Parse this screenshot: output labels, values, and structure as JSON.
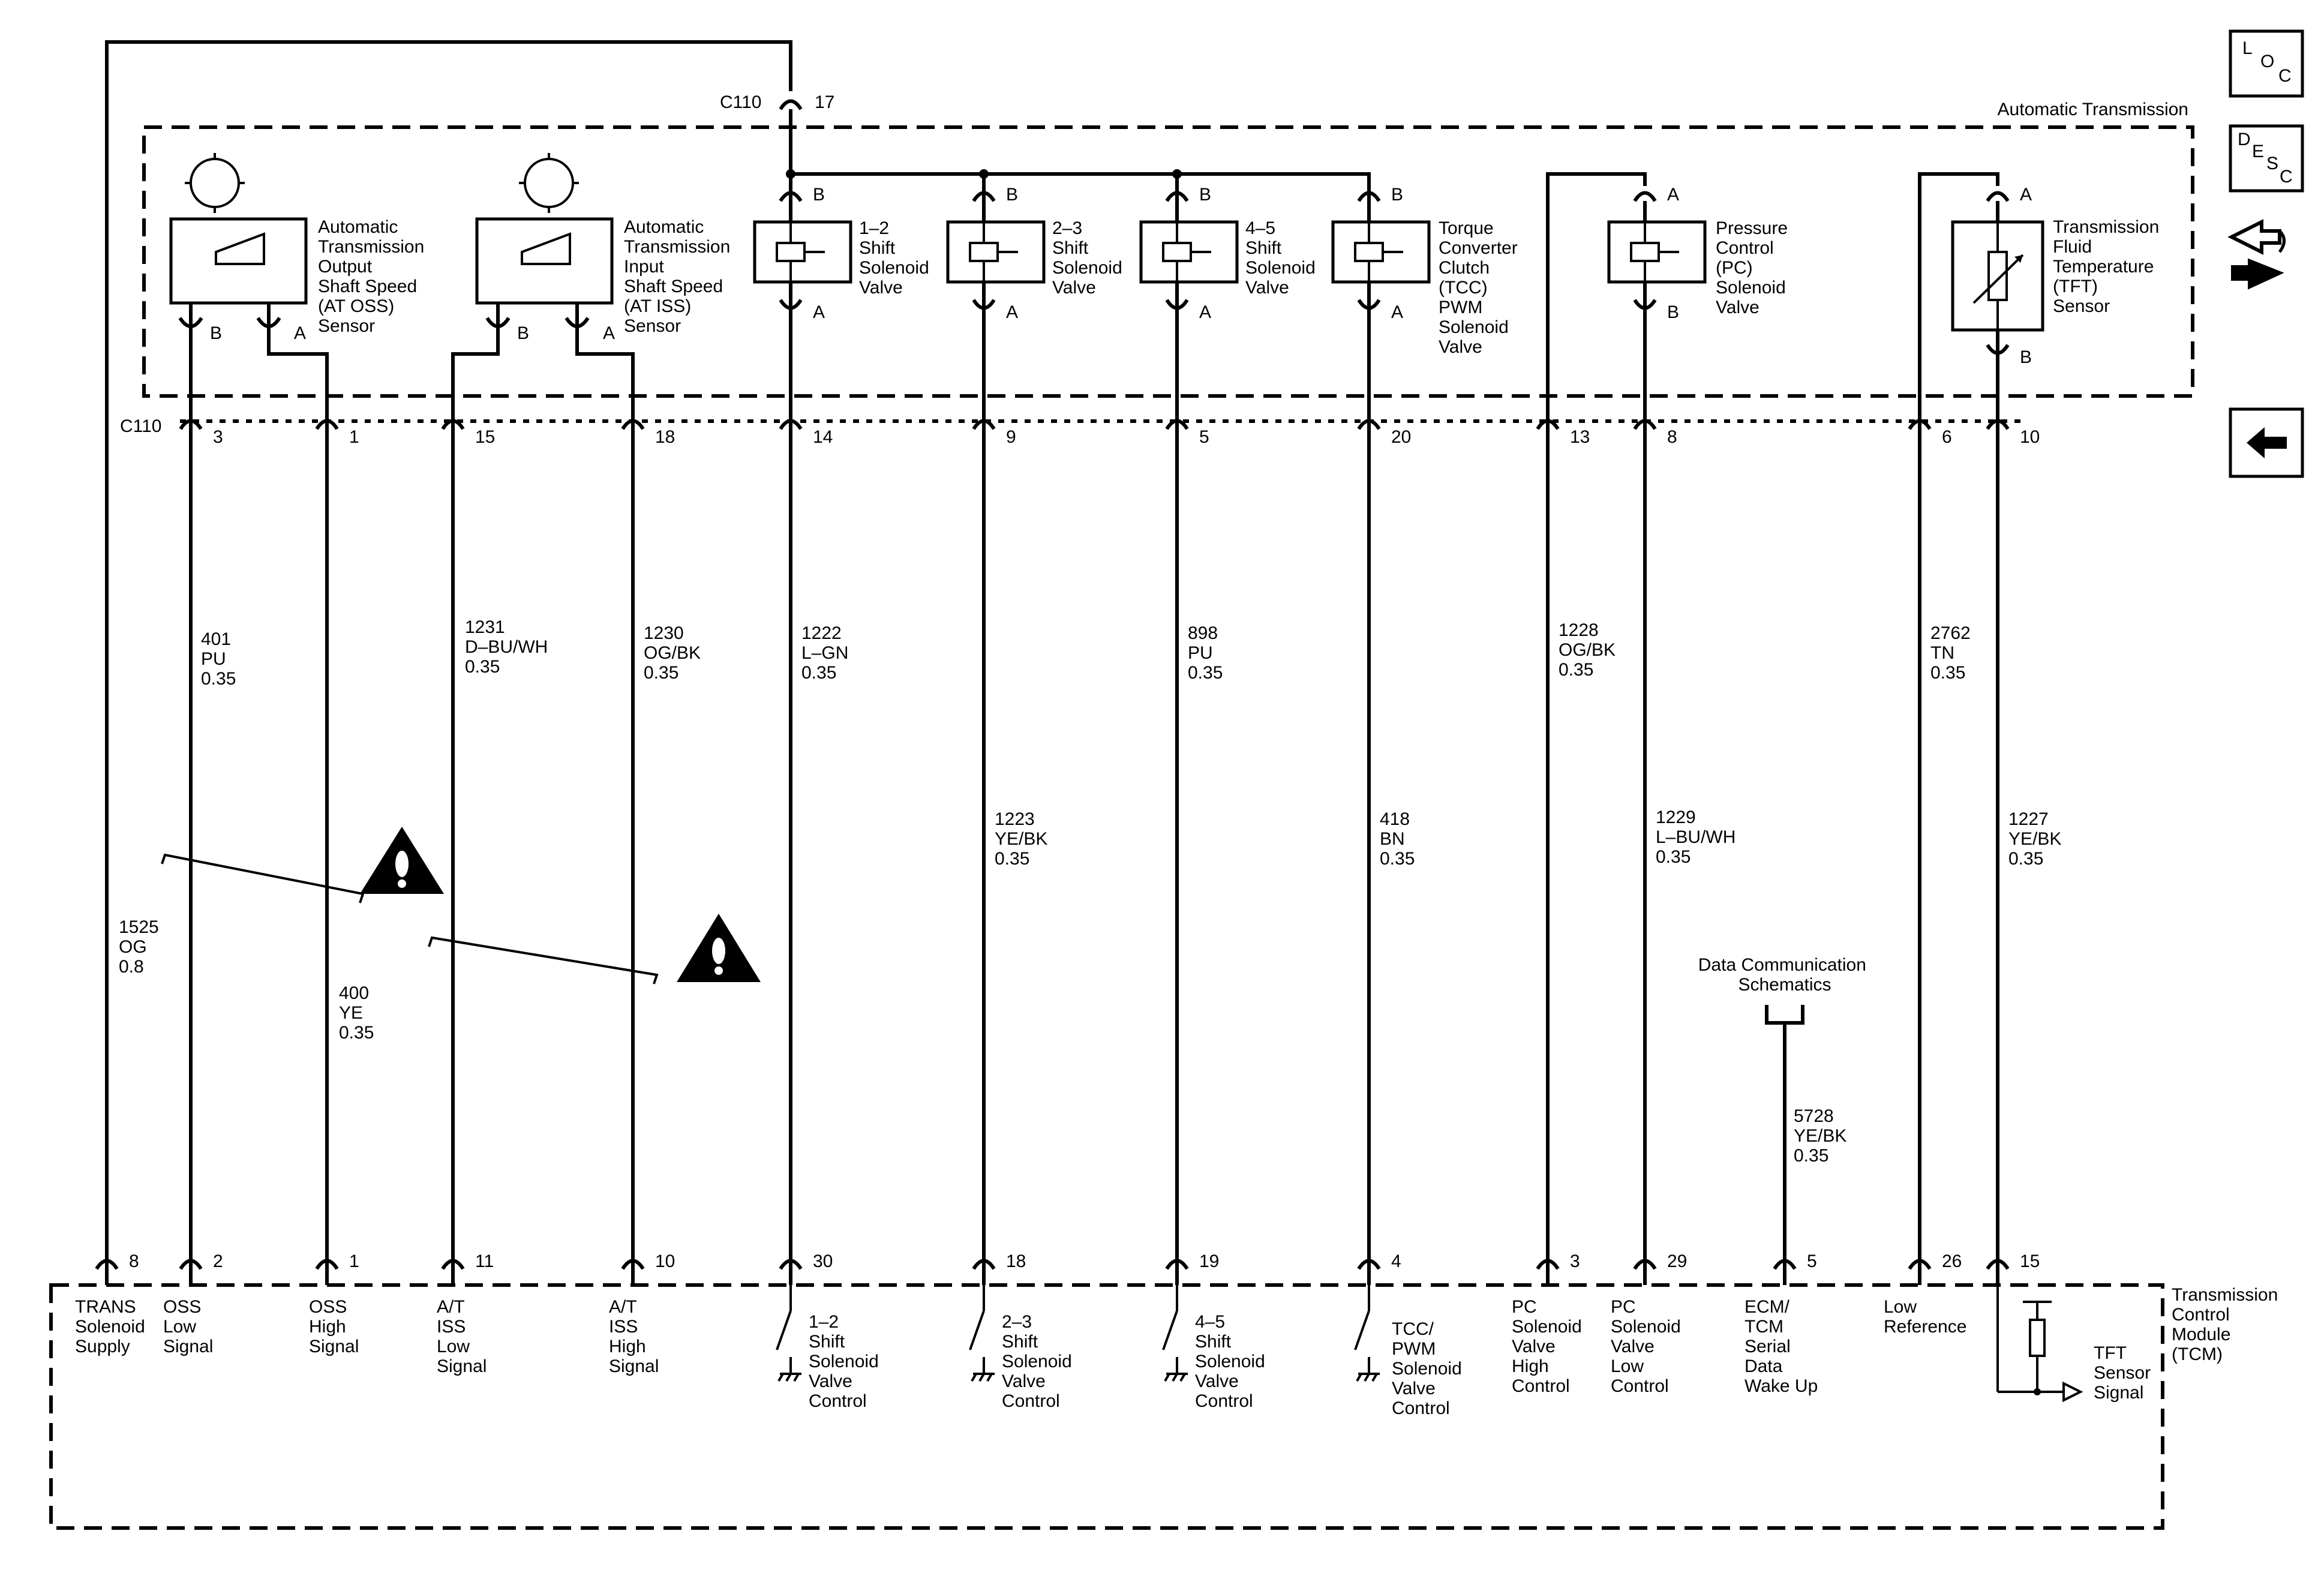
{
  "modules": {
    "automatic_transmission": "Automatic Transmission",
    "tcm": [
      "Transmission",
      "Control",
      "Module",
      "(TCM)"
    ]
  },
  "connector": {
    "name": "C110",
    "top_pin": "17"
  },
  "components": {
    "oss_sensor": [
      "Automatic",
      "Transmission",
      "Output",
      "Shaft Speed",
      "(AT OSS)",
      "Sensor"
    ],
    "iss_sensor": [
      "Automatic",
      "Transmission",
      "Input",
      "Shaft Speed",
      "(AT ISS)",
      "Sensor"
    ],
    "shift_12": [
      "1–2",
      "Shift",
      "Solenoid",
      "Valve"
    ],
    "shift_23": [
      "2–3",
      "Shift",
      "Solenoid",
      "Valve"
    ],
    "shift_45": [
      "4–5",
      "Shift",
      "Solenoid",
      "Valve"
    ],
    "tcc": [
      "Torque",
      "Converter",
      "Clutch",
      "(TCC)",
      "PWM",
      "Solenoid",
      "Valve"
    ],
    "pc": [
      "Pressure",
      "Control",
      "(PC)",
      "Solenoid",
      "Valve"
    ],
    "tft": [
      "Transmission",
      "Fluid",
      "Temperature",
      "(TFT)",
      "Sensor"
    ]
  },
  "terminals": {
    "a": "A",
    "b": "B"
  },
  "c110_pins": [
    "3",
    "1",
    "15",
    "18",
    "14",
    "9",
    "5",
    "20",
    "13",
    "8",
    "6",
    "10"
  ],
  "tcm_pins": [
    "8",
    "2",
    "1",
    "11",
    "10",
    "30",
    "18",
    "19",
    "4",
    "3",
    "29",
    "5",
    "26",
    "15"
  ],
  "wires": {
    "w1525": [
      "1525",
      "OG",
      "0.8"
    ],
    "w401": [
      "401",
      "PU",
      "0.35"
    ],
    "w400": [
      "400",
      "YE",
      "0.35"
    ],
    "w1231": [
      "1231",
      "D–BU/WH",
      "0.35"
    ],
    "w1230": [
      "1230",
      "OG/BK",
      "0.35"
    ],
    "w1222": [
      "1222",
      "L–GN",
      "0.35"
    ],
    "w1223": [
      "1223",
      "YE/BK",
      "0.35"
    ],
    "w898": [
      "898",
      "PU",
      "0.35"
    ],
    "w418": [
      "418",
      "BN",
      "0.35"
    ],
    "w1228": [
      "1228",
      "OG/BK",
      "0.35"
    ],
    "w1229": [
      "1229",
      "L–BU/WH",
      "0.35"
    ],
    "w2762": [
      "2762",
      "TN",
      "0.35"
    ],
    "w1227": [
      "1227",
      "YE/BK",
      "0.35"
    ],
    "w5728": [
      "5728",
      "YE/BK",
      "0.35"
    ]
  },
  "data_comm": [
    "Data Communication",
    "Schematics"
  ],
  "tcm_labels": {
    "trans_supply": [
      "TRANS",
      "Solenoid",
      "Supply"
    ],
    "oss_low": [
      "OSS",
      "Low",
      "Signal"
    ],
    "oss_high": [
      "OSS",
      "High",
      "Signal"
    ],
    "iss_low": [
      "A/T",
      "ISS",
      "Low",
      "Signal"
    ],
    "iss_high": [
      "A/T",
      "ISS",
      "High",
      "Signal"
    ],
    "ctl_12": [
      "1–2",
      "Shift",
      "Solenoid",
      "Valve",
      "Control"
    ],
    "ctl_23": [
      "2–3",
      "Shift",
      "Solenoid",
      "Valve",
      "Control"
    ],
    "ctl_45": [
      "4–5",
      "Shift",
      "Solenoid",
      "Valve",
      "Control"
    ],
    "ctl_tcc": [
      "TCC/",
      "PWM",
      "Solenoid",
      "Valve",
      "Control"
    ],
    "pc_high": [
      "PC",
      "Solenoid",
      "Valve",
      "High",
      "Control"
    ],
    "pc_low": [
      "PC",
      "Solenoid",
      "Valve",
      "Low",
      "Control"
    ],
    "serial": [
      "ECM/",
      "TCM",
      "Serial",
      "Data",
      "Wake Up"
    ],
    "low_ref": [
      "Low",
      "Reference"
    ],
    "tft_signal": [
      "TFT",
      "Sensor",
      "Signal"
    ]
  },
  "nav": {
    "loc": [
      "L",
      "O",
      "C"
    ],
    "desc": [
      "D",
      "E",
      "S",
      "C"
    ]
  }
}
